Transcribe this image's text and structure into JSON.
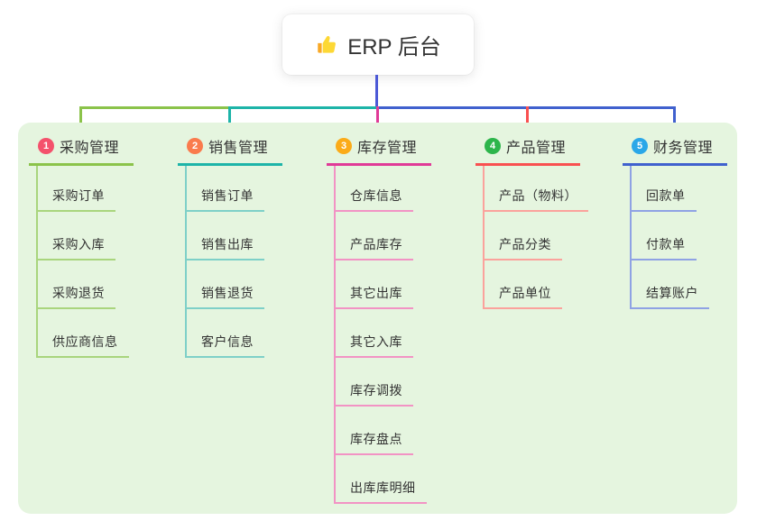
{
  "root": {
    "title": "ERP 后台",
    "icon": "thumbs-up-icon"
  },
  "panel": {
    "background": "#e5f5df"
  },
  "connector": {
    "stem_color": "#4c59d6"
  },
  "branches": [
    {
      "index": "1",
      "label": "采购管理",
      "badge_color": "#f4516c",
      "line_color": "#8bc34a",
      "child_line_color": "#a9d57d",
      "children": [
        "采购订单",
        "采购入库",
        "采购退货",
        "供应商信息"
      ]
    },
    {
      "index": "2",
      "label": "销售管理",
      "badge_color": "#fa7b4d",
      "line_color": "#1db4a8",
      "child_line_color": "#7ed0c8",
      "children": [
        "销售订单",
        "销售出库",
        "销售退货",
        "客户信息"
      ]
    },
    {
      "index": "3",
      "label": "库存管理",
      "badge_color": "#fbab18",
      "line_color": "#e03a97",
      "child_line_color": "#f293c4",
      "children": [
        "仓库信息",
        "产品库存",
        "其它出库",
        "其它入库",
        "库存调拨",
        "库存盘点",
        "出库库明细"
      ]
    },
    {
      "index": "4",
      "label": "产品管理",
      "badge_color": "#2db54b",
      "line_color": "#f95050",
      "child_line_color": "#fba29c",
      "children": [
        "产品（物料）",
        "产品分类",
        "产品单位"
      ]
    },
    {
      "index": "5",
      "label": "财务管理",
      "badge_color": "#2aa7e8",
      "line_color": "#4061ce",
      "child_line_color": "#8fa2e4",
      "children": [
        "回款单",
        "付款单",
        "结算账户"
      ]
    }
  ]
}
